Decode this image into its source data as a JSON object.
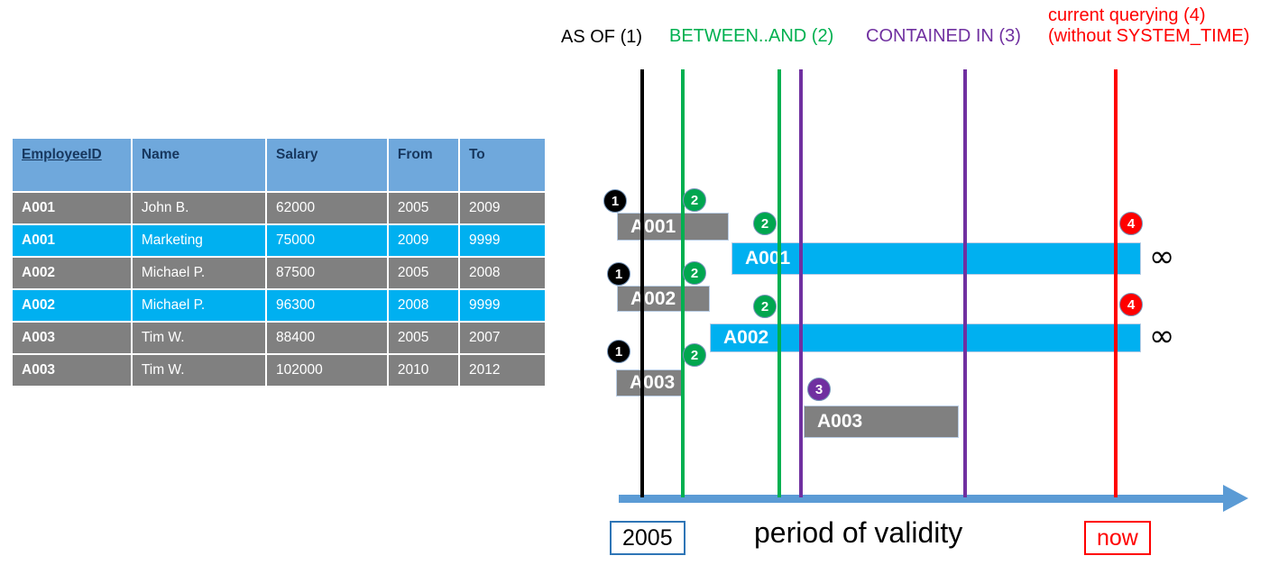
{
  "table": {
    "headers": [
      "EmployeeID",
      "Name",
      "Salary",
      "From",
      "To"
    ],
    "rows": [
      {
        "style": "gray",
        "cells": [
          "A001",
          "John  B.",
          "62000",
          "2005",
          "2009"
        ]
      },
      {
        "style": "cyan",
        "cells": [
          "A001",
          "Marketing",
          "75000",
          "2009",
          "9999"
        ]
      },
      {
        "style": "gray",
        "cells": [
          "A002",
          "Michael P.",
          "87500",
          "2005",
          "2008"
        ]
      },
      {
        "style": "cyan",
        "cells": [
          "A002",
          "Michael P.",
          "96300",
          "2008",
          "9999"
        ]
      },
      {
        "style": "gray",
        "cells": [
          "A003",
          "Tim W.",
          "88400",
          "2005",
          "2007"
        ]
      },
      {
        "style": "gray",
        "cells": [
          "A003",
          "Tim W.",
          "102000",
          "2010",
          "2012"
        ]
      }
    ],
    "header_bg": "#6FA8DC",
    "gray_bg": "#808080",
    "cyan_bg": "#00B0F0"
  },
  "legend": {
    "as_of": "AS OF (1)",
    "between_and": "BETWEEN..AND (2)",
    "contained_in": "CONTAINED IN (3)",
    "current_line1": "current querying (4)",
    "current_line2": "(without SYSTEM_TIME)",
    "color_as_of": "#000000",
    "color_between": "#00B050",
    "color_contained": "#7030A0",
    "color_current": "#FF0000"
  },
  "timeline": {
    "bars": [
      {
        "label": "A001",
        "style": "gray"
      },
      {
        "label": "A001",
        "style": "cyan"
      },
      {
        "label": "A002",
        "style": "gray"
      },
      {
        "label": "A002",
        "style": "cyan"
      },
      {
        "label": "A003",
        "style": "gray"
      },
      {
        "label": "A003",
        "style": "gray"
      }
    ],
    "markers": {
      "one": "1",
      "two": "2",
      "three": "3",
      "four": "4"
    },
    "infinity": "∞",
    "axis_start_label": "2005",
    "axis_end_label": "now",
    "axis_title": "period of validity"
  }
}
